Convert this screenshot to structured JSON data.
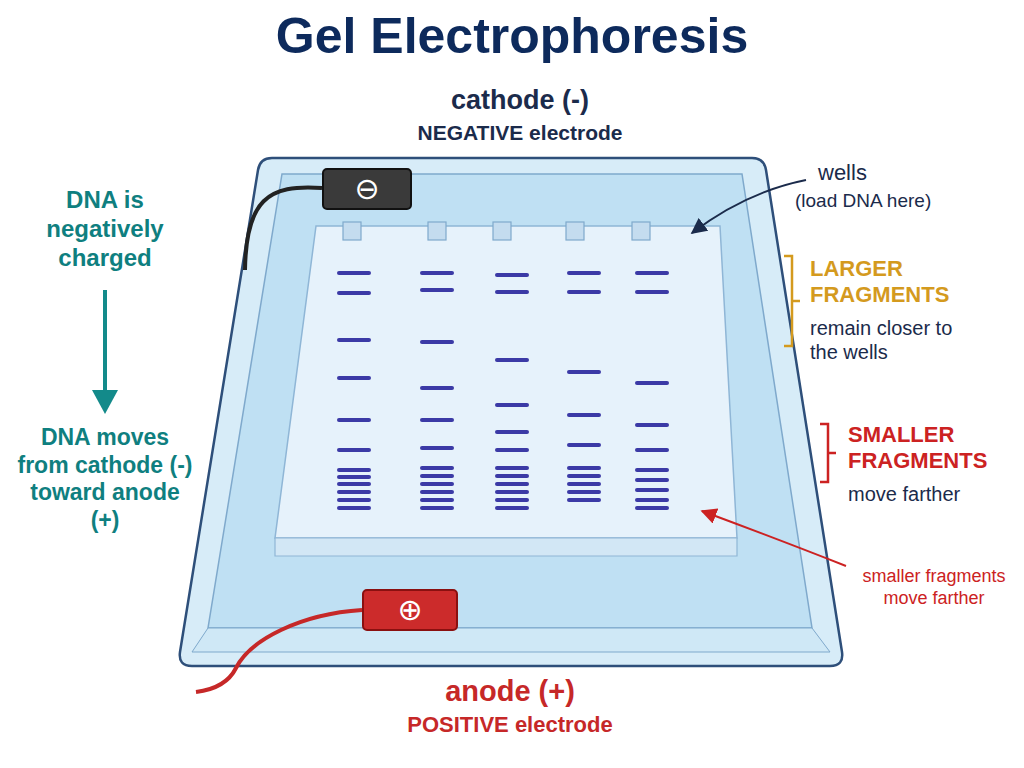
{
  "diagram": {
    "title": "Gel Electrophoresis",
    "nodes": [
      {
        "text": [
          "⊖"
        ]
      },
      {
        "text": [
          "⊕"
        ]
      }
    ],
    "labels": [
      "cathode (-)",
      "NEGATIVE electrode",
      "DNA is negatively charged",
      "DNA moves from cathode (-) toward anode (+)",
      "wells",
      "(load DNA here)",
      "LARGER FRAGMENTS",
      "remain closer to the wells",
      "SMALLER FRAGMENTS",
      "move farther",
      "smaller fragments move farther",
      "anode (+)",
      "POSITIVE electrode"
    ]
  }
}
